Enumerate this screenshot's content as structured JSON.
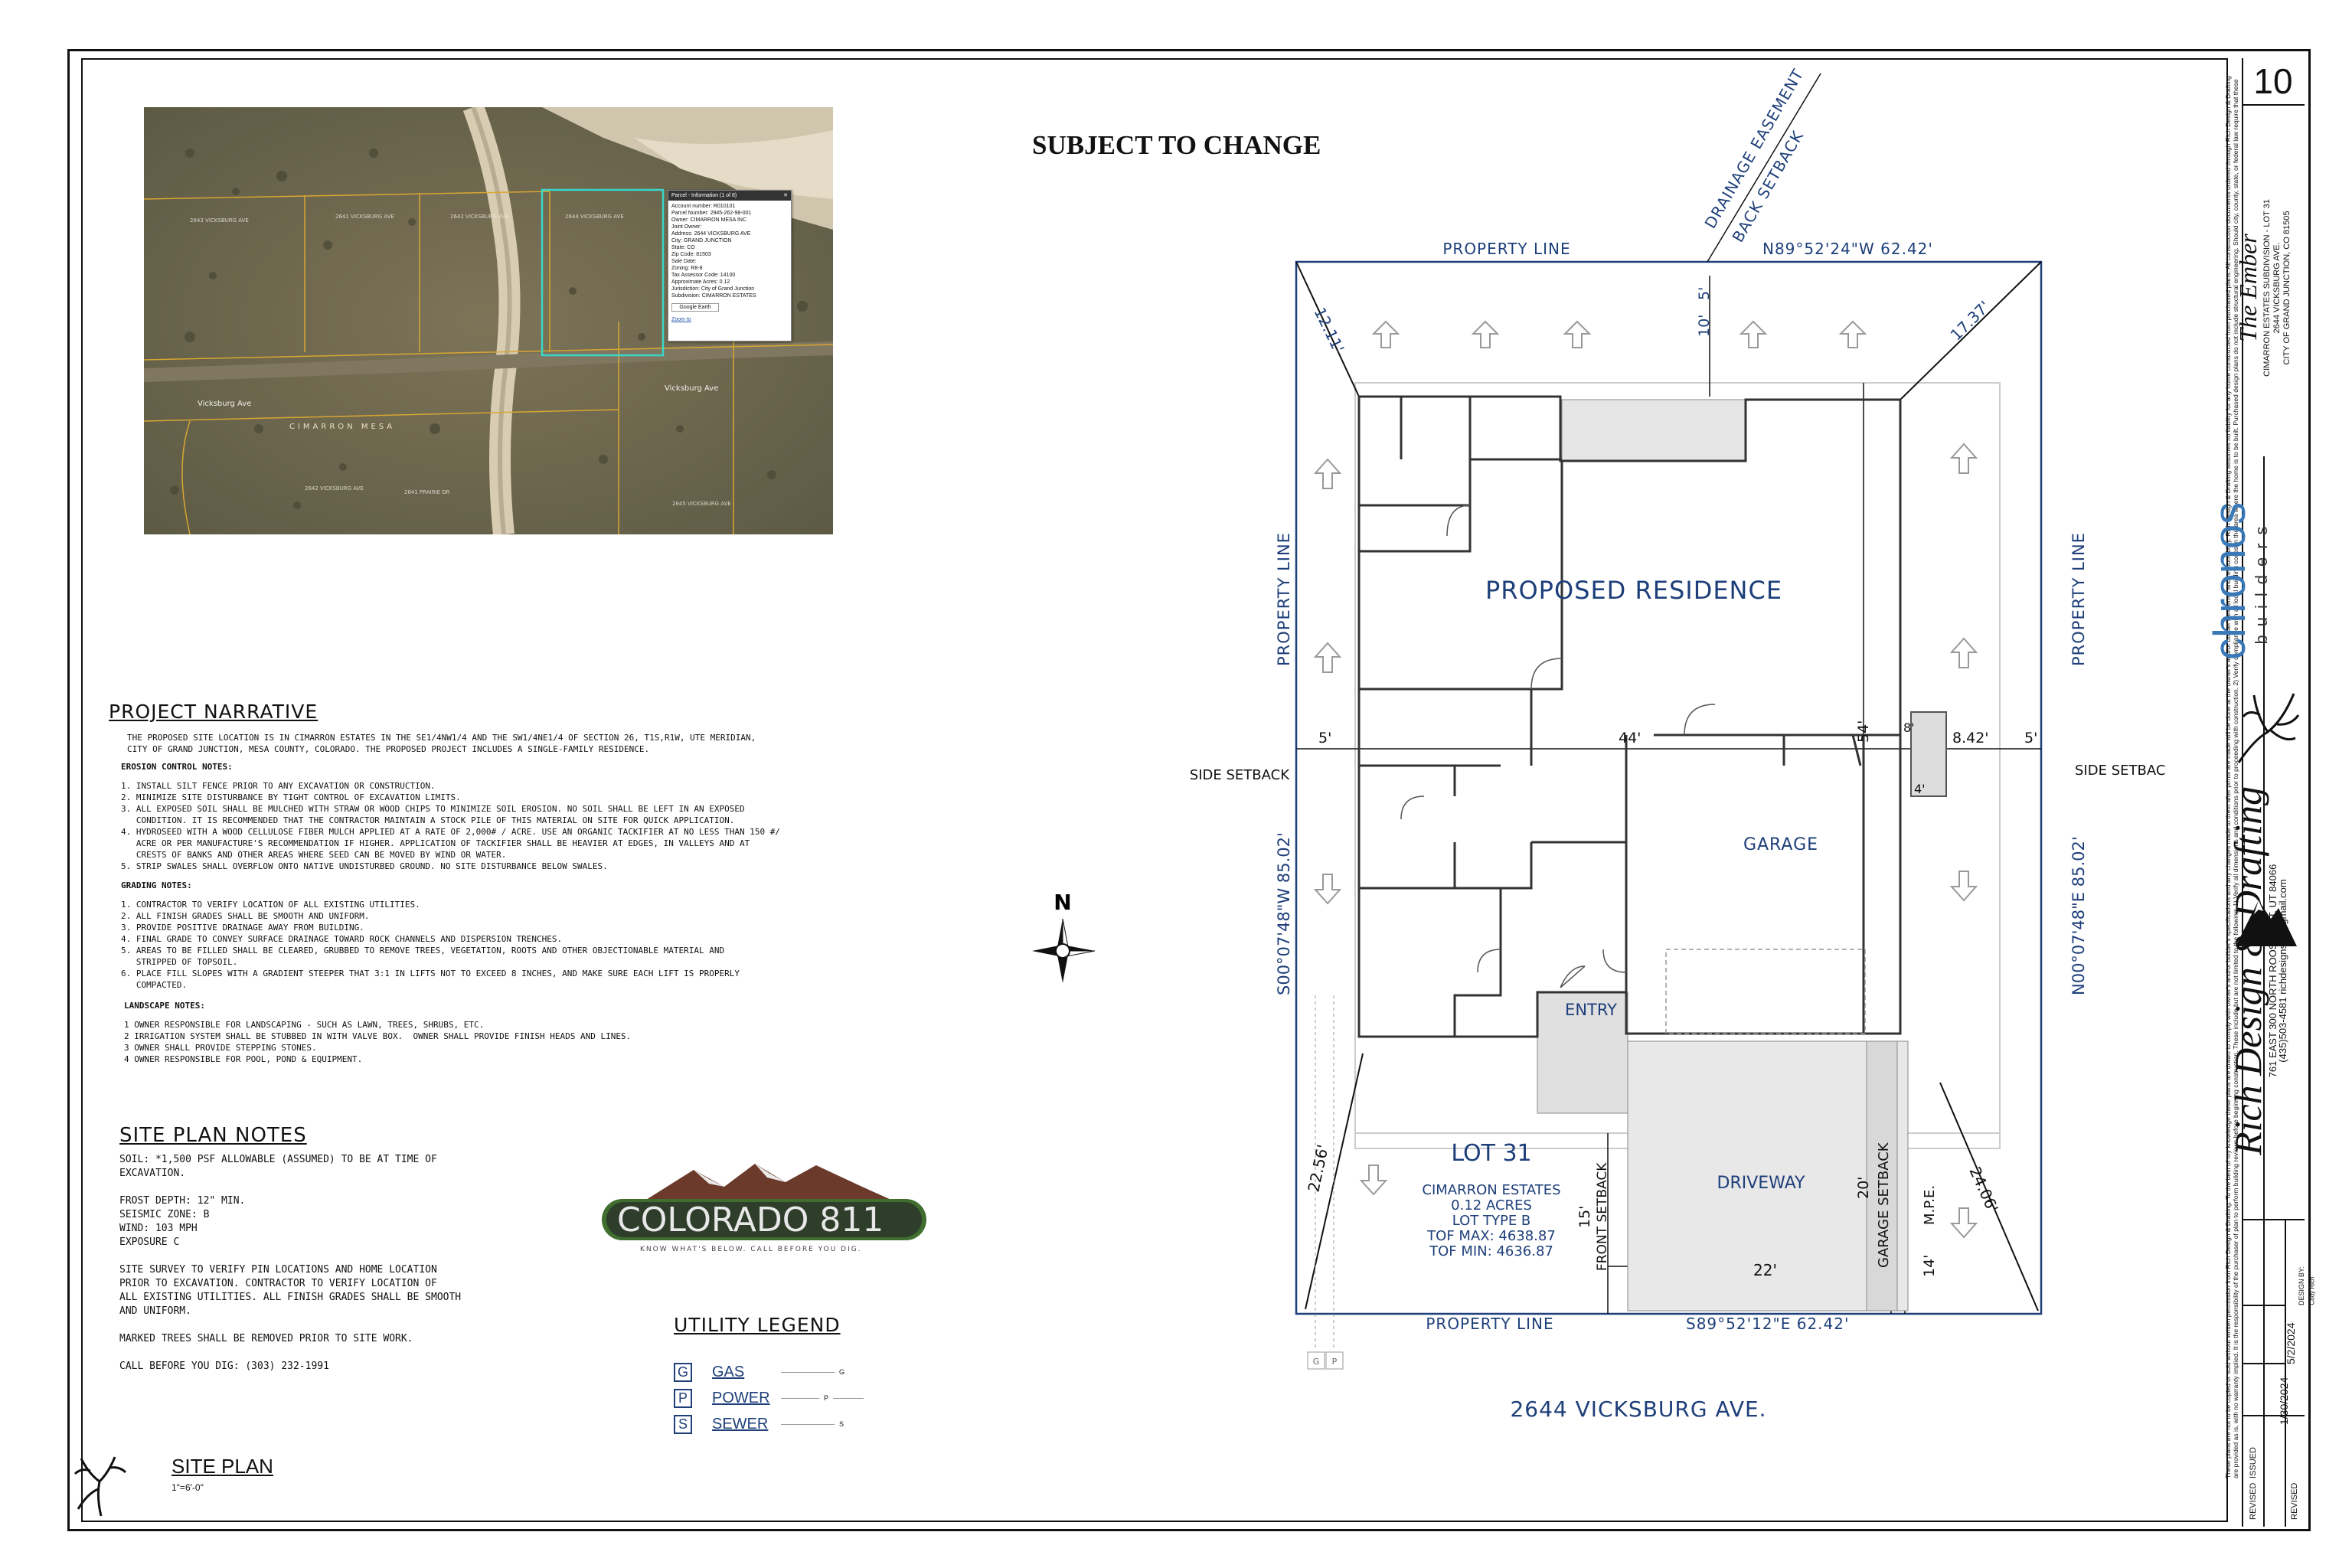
{
  "header": {
    "subject_to_change": "SUBJECT TO CHANGE"
  },
  "narrative": {
    "title": "PROJECT NARRATIVE",
    "intro": "THE PROPOSED SITE LOCATION IS IN CIMARRON ESTATES IN THE SE1/4NW1/4 AND THE SW1/4NE1/4 OF SECTION 26, T1S,R1W, UTE MERIDIAN,\nCITY OF GRAND JUNCTION, MESA COUNTY, COLORADO. THE PROPOSED PROJECT INCLUDES A SINGLE-FAMILY RESIDENCE.",
    "erosion_title": "EROSION CONTROL NOTES:",
    "erosion": "1. INSTALL SILT FENCE PRIOR TO ANY EXCAVATION OR CONSTRUCTION.\n2. MINIMIZE SITE DISTURBANCE BY TIGHT CONTROL OF EXCAVATION LIMITS.\n3. ALL EXPOSED SOIL SHALL BE MULCHED WITH STRAW OR WOOD CHIPS TO MINIMIZE SOIL EROSION. NO SOIL SHALL BE LEFT IN AN EXPOSED\n   CONDITION. IT IS RECOMMENDED THAT THE CONTRACTOR MAINTAIN A STOCK PILE OF THIS MATERIAL ON SITE FOR QUICK APPLICATION.\n4. HYDROSEED WITH A WOOD CELLULOSE FIBER MULCH APPLIED AT A RATE OF 2,000# / ACRE. USE AN ORGANIC TACKIFIER AT NO LESS THAN 150 #/\n   ACRE OR PER MANUFACTURE'S RECOMMENDATION IF HIGHER. APPLICATION OF TACKIFIER SHALL BE HEAVIER AT EDGES, IN VALLEYS AND AT\n   CRESTS OF BANKS AND OTHER AREAS WHERE SEED CAN BE MOVED BY WIND OR WATER.\n5. STRIP SWALES SHALL OVERFLOW ONTO NATIVE UNDISTURBED GROUND. NO SITE DISTURBANCE BELOW SWALES.",
    "grading_title": "GRADING NOTES:",
    "grading": "1. CONTRACTOR TO VERIFY LOCATION OF ALL EXISTING UTILITIES.\n2. ALL FINISH GRADES SHALL BE SMOOTH AND UNIFORM.\n3. PROVIDE POSITIVE DRAINAGE AWAY FROM BUILDING.\n4. FINAL GRADE TO CONVEY SURFACE DRAINAGE TOWARD ROCK CHANNELS AND DISPERSION TRENCHES.\n5. AREAS TO BE FILLED SHALL BE CLEARED, GRUBBED TO REMOVE TREES, VEGETATION, ROOTS AND OTHER OBJECTIONABLE MATERIAL AND\n   STRIPPED OF TOPSOIL.\n6. PLACE FILL SLOPES WITH A GRADIENT STEEPER THAT 3:1 IN LIFTS NOT TO EXCEED 8 INCHES, AND MAKE SURE EACH LIFT IS PROPERLY\n   COMPACTED.",
    "landscape_title": "LANDSCAPE NOTES:",
    "landscape": "1 OWNER RESPONSIBLE FOR LANDSCAPING - SUCH AS LAWN, TREES, SHRUBS, ETC.\n2 IRRIGATION SYSTEM SHALL BE STUBBED IN WITH VALVE BOX.  OWNER SHALL PROVIDE FINISH HEADS AND LINES.\n3 OWNER SHALL PROVIDE STEPPING STONES.\n4 OWNER RESPONSIBLE FOR POOL, POND & EQUIPMENT."
  },
  "site_plan_notes": {
    "title": "SITE PLAN NOTES",
    "body": "SOIL: *1,500 PSF ALLOWABLE (ASSUMED) TO BE AT TIME OF\nEXCAVATION.\n\nFROST DEPTH: 12\" MIN.\nSEISMIC ZONE: B\nWIND: 103 MPH\nEXPOSURE C\n\nSITE SURVEY TO VERIFY PIN LOCATIONS AND HOME LOCATION\nPRIOR TO EXCAVATION. CONTRACTOR TO VERIFY LOCATION OF\nALL EXISTING UTILITIES. ALL FINISH GRADES SHALL BE SMOOTH\nAND UNIFORM.\n\nMARKED TREES SHALL BE REMOVED PRIOR TO SITE WORK.\n\nCALL BEFORE YOU DIG: (303) 232-1991"
  },
  "site_plan": {
    "title": "SITE PLAN",
    "scale": "1\"=6'-0\""
  },
  "colorado811": {
    "logo": "COLORADO 811",
    "tagline": "KNOW WHAT'S BELOW. CALL BEFORE YOU DIG."
  },
  "utility_legend": {
    "title": "UTILITY LEGEND",
    "items": [
      {
        "key": "G",
        "label": "GAS",
        "line": "G"
      },
      {
        "key": "P",
        "label": "POWER",
        "line": "P"
      },
      {
        "key": "S",
        "label": "SEWER",
        "line": "S"
      }
    ]
  },
  "map": {
    "popup_title": "Parcel - Information (1 of 8)",
    "popup_fields": "Account number: R010101\nParcel Number: 2945-262-98-001\nOwner: CIMARRON MESA INC\nJoint Owner:\nAddress: 2644 VICKSBURG AVE\nCity: GRAND JUNCTION\nState: CO\nZip Code: 81503\nSale Date:\nZoning: R8-8\nTax Assessor Code: 14100\nApproximate Acres: 0.12\nJurisdiction: City of Grand Junction\nSubdivision: CIMARRON ESTATES",
    "popup_button": "Google Earth",
    "popup_zoom": "Zoom to",
    "street_left": "Vicksburg Ave",
    "street_right": "Vicksburg Ave",
    "subdivision_label": "CIMARRON MESA"
  },
  "plan": {
    "property_line_top": "PROPERTY LINE",
    "bearing_top": "N89°52'24\"W   62.42'",
    "drainage": "DRAINAGE EASEMENT",
    "back_setback": "BACK SETBACK",
    "dim_5_top": "5'",
    "dim_10_top": "10'",
    "dim_12_11": "12.11'",
    "dim_17_37": "17.37'",
    "proposed_residence": "PROPOSED RESIDENCE",
    "property_line_left": "PROPERTY LINE",
    "property_line_right": "PROPERTY LINE",
    "side_setback_left": "SIDE SETBACK",
    "side_setback_right": "SIDE SETBACK",
    "dim_5_left": "5'",
    "dim_5_right": "5'",
    "dim_44": "44'",
    "dim_54": "54'",
    "dim_8_42": "8.42'",
    "dim_8": "8'",
    "dim_4": "4'",
    "garage": "GARAGE",
    "bearing_left": "S00°07'48\"W   85.02'",
    "bearing_right": "N00°07'48\"E   85.02'",
    "entry": "ENTRY",
    "lot_title": "LOT 31",
    "lot_info": [
      "CIMARRON ESTATES",
      "0.12 ACRES",
      "LOT TYPE B",
      "TOF MAX: 4638.87",
      "TOF MIN:  4636.87"
    ],
    "front_setback": "FRONT SETBACK",
    "garage_setback": "GARAGE SETBACK",
    "driveway": "DRIVEWAY",
    "mpe": "M.P.E.",
    "dim_15": "15'",
    "dim_20": "20'",
    "dim_14": "14'",
    "dim_22": "22'",
    "dim_22_56": "22.56'",
    "dim_24_06": "24.06'",
    "property_line_bottom": "PROPERTY LINE",
    "bearing_bottom": "S89°52'12\"E   62.42'",
    "address": "2644 VICKSBURG AVE.",
    "north": "N",
    "utility_g": "G",
    "utility_p": "P"
  },
  "title_block": {
    "sheet_number": "10",
    "disclaimer": "These plans are not to be copied or sold without written permission from Rich Design & Drafting. To the best of my knowledge these plans are drawn to comply with owner's and/or builder's specifications and any changes made to them after prints are made will be done at the owner's and/or builder's expense and responsibility. Rich Design & Drafting assumes no liability for any home constructed from purchased plans. All construction documents ordered through Rich Design & Drafting are provided as is, with no warranty implied. It is the responsibility of the purchaser of plan to perform building reviews before beginning construction. These include but are not limited to the following: 1) Verify all dimensions and conditions prior to proceeding with construction. 2) Verify compliance with all local building codes in the area where the home is to be built. Purchased design plans do not include structural engineering. Should city, county, state, or federal law require that these drawings be completed by a licensed architect or engineer, these drawings and plans can be modified. Structural engineering packages can be purchased separately.",
    "project_name": "The Ember",
    "project_sub1": "CIMARRON ESTATES SUBDIVISION - LOT 31",
    "project_sub2": "2644 VICKSBURG AVE.",
    "project_sub3": "CITY OF GRAND JUNCTION, CO 81505",
    "builder_name": "chronos",
    "builder_sub": "builders",
    "firm_name": "Rich Design & Drafting",
    "firm_addr": "761 EAST 300 NORTH ROOSEVELT, UT 84066",
    "firm_contact": "(435)503-4581 richdesignsllc@gmail.com",
    "issued_label": "ISSUED",
    "issued_date": "1/30/2024",
    "revised1_label": "REVISED",
    "revised1_date": "5/2/2024",
    "revised2_label": "REVISED",
    "revised2_date": "",
    "design_by": "DESIGN BY:",
    "designer": "Cody Rich"
  },
  "colors": {
    "plan_blue": "#1e3f7a",
    "setback_gray": "#e8e8e8"
  }
}
